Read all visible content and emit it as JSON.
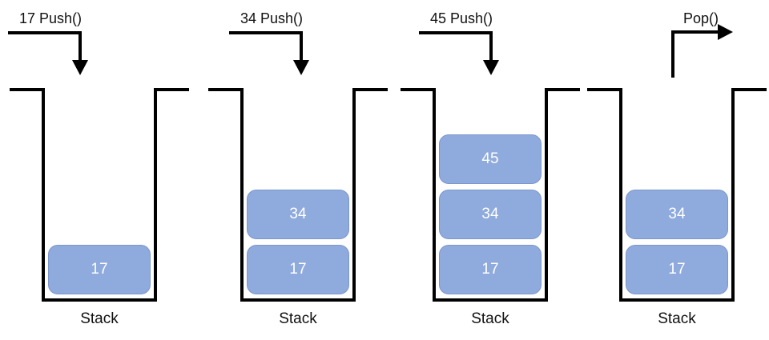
{
  "colors": {
    "box_fill": "#8FAADC",
    "box_border": "#7C96CB",
    "line": "#000000",
    "box_text": "#FFFFFF",
    "label_text": "#111111",
    "background": "#FFFFFF"
  },
  "panels": [
    {
      "operation_label": "17 Push()",
      "operation": "push",
      "stack_label": "Stack",
      "items_top_to_bottom": [
        "17"
      ]
    },
    {
      "operation_label": "34 Push()",
      "operation": "push",
      "stack_label": "Stack",
      "items_top_to_bottom": [
        "34",
        "17"
      ]
    },
    {
      "operation_label": "45 Push()",
      "operation": "push",
      "stack_label": "Stack",
      "items_top_to_bottom": [
        "45",
        "34",
        "17"
      ]
    },
    {
      "operation_label": "Pop()",
      "operation": "pop",
      "stack_label": "Stack",
      "items_top_to_bottom": [
        "34",
        "17"
      ]
    }
  ]
}
